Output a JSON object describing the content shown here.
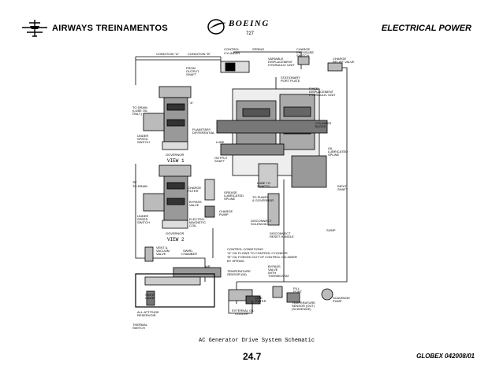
{
  "header": {
    "left_title": "AIRWAYS  TREINAMENTOS",
    "right_title": "ELECTRICAL POWER",
    "logo_text": "BOEING",
    "model": "727"
  },
  "labels": {
    "cond_a": "CONDITION \"A\"",
    "cond_b": "CONDITION \"B\"",
    "control_cyl": "CONTROL",
    "control_cyl2": "CYLINDER",
    "spring": "SPRING",
    "charge_pressure": "CHARGE",
    "charge_pressure2": "PRESSURE",
    "charge_pressure3": "SWITCH",
    "charge_relief": "CHARGE",
    "charge_relief2": "RELIEF VALVE",
    "variable_disp": "VARIABLE",
    "variable_disp2": "DISPLACEMENT",
    "variable_disp3": "HYDRAULIC UNIT",
    "from_output": "FROM",
    "from_output2": "OUTPUT",
    "from_output3": "SHAFT",
    "stationary": "STATIONARY",
    "stationary2": "PORT PLATE",
    "fixed_disp": "FIXED",
    "fixed_disp2": "DISPLACEMENT",
    "fixed_disp3": "HYDRAULIC UNIT",
    "to_drain_lube": "TO DRAIN",
    "to_drain_lube2": "(LUBE OIL",
    "to_drain_lube3": "ONLY)",
    "cylinder_block": "CYLINDER",
    "cylinder_block2": "BLOCK",
    "planetary": "PLANETARY",
    "planetary2": "DIFFERENTIAL",
    "under_speed": "UNDER",
    "under_speed2": "SPEED",
    "under_speed3": "SWITCH",
    "lube": "LUBE",
    "oil_lubricated": "OIL",
    "oil_lubricated2": "LUBRICATED",
    "oil_lubricated3": "SPLINE",
    "governor": "GOVERNOR",
    "view1": "VIEW 1",
    "output_shaft": "OUTPUT",
    "output_shaft2": "SHAFT",
    "to_drain_b": "TO DRAIN",
    "lube_shafts": "LUBE TO",
    "lube_shafts2": "SHAFTS",
    "input_shaft": "INPUT",
    "input_shaft2": "SHAFT",
    "charge_filter": "CHARGE",
    "charge_filter2": "FILTER",
    "bypass_valve": "BYPASS",
    "bypass_valve2": "VALVE",
    "grease": "GREASE",
    "grease2": "LUBRICATED",
    "grease3": "SPLINE",
    "to_pumps": "TO PUMPS",
    "to_pumps2": "& GOVERNOR",
    "charge_pump": "CHARGE",
    "charge_pump2": "PUMP",
    "electro": "ELECTRO-",
    "electro2": "MAGNETIC",
    "electro3": "COIL",
    "disconnect_sol": "DISCONNECT",
    "disconnect_sol2": "SOLENOID",
    "sump": "SUMP",
    "under_speed_b": "UNDER",
    "under_speed_b2": "SPEED",
    "under_speed_b3": "SWITCH",
    "governor_b": "GOVERNOR",
    "view2": "VIEW 2",
    "disconnect_reset": "DISCONNECT",
    "disconnect_reset2": "RESET HANDLE",
    "vent": "VENT &",
    "vent2": "VACUUM",
    "vent3": "VALVE",
    "swirl": "SWIRL",
    "swirl2": "CHAMBER",
    "control_conditions": "CONTROL CONDITIONS",
    "cc_a": "\"A\" OIL FLOWS TO CONTROL CYLINDER",
    "cc_b": "\"B\" OIL FORCED OUT OF CONTROL CYLINDER",
    "cc_b2": "BY SPRING",
    "bypass_thermo": "BYPASS",
    "bypass_thermo2": "VALVE",
    "bypass_thermo3": "WITH",
    "bypass_thermo4": "THERMOSTAT",
    "air": "AIR",
    "temp_in": "TEMPERATURE",
    "temp_in2": "SENSOR (IN)",
    "sight_gage": "SIGHT",
    "sight_gage2": "GAGE",
    "fill_port": "FILL",
    "fill_port2": "PORT",
    "line_filter": "LINE",
    "line_filter2": "FILTER",
    "scavenge": "SCAVENGE",
    "scavenge2": "PUMP",
    "temp_out": "TEMPERATURE",
    "temp_out2": "SENSOR (OUT)",
    "temp_out3": "(SCAVENGE)",
    "ext_cooler": "EXTERNAL OIL",
    "ext_cooler2": "COOLER",
    "all_attitude": "ALL-ATTITUDE",
    "all_attitude2": "RESERVOIR",
    "thermal": "THERMAL",
    "thermal2": "SWITCH",
    "mark_a": "\"A\"",
    "mark_b": "\"B\""
  },
  "caption": "AC Generator Drive System Schematic",
  "page_number": "24.7",
  "doc_code": "GLOBEX 042008/01"
}
